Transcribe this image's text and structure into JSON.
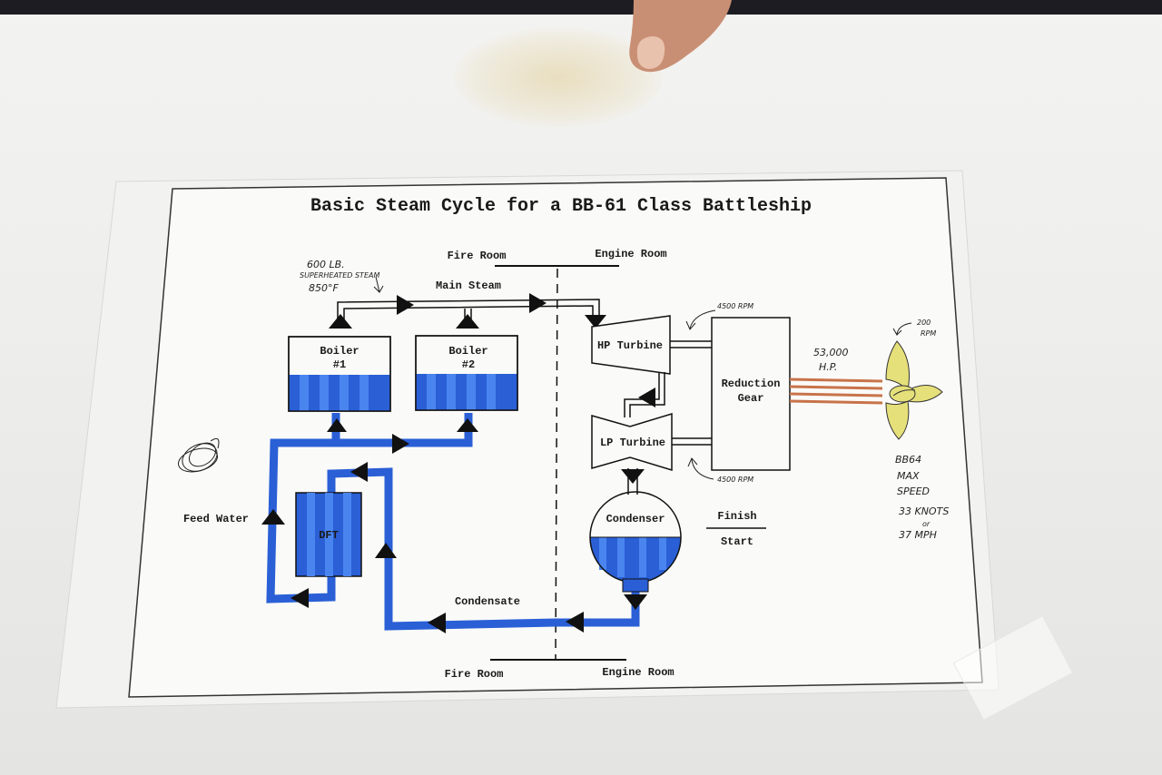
{
  "title": "Basic Steam Cycle for a BB-61 Class Battleship",
  "rooms": {
    "top_left": "Fire Room",
    "top_right": "Engine Room",
    "bottom_left": "Fire Room",
    "bottom_right": "Engine Room"
  },
  "lines": {
    "main_steam": "Main Steam",
    "condensate": "Condensate",
    "feed_water": "Feed Water"
  },
  "components": {
    "boiler1_line1": "Boiler",
    "boiler1_line2": "#1",
    "boiler2_line1": "Boiler",
    "boiler2_line2": "#2",
    "dft": "DFT",
    "hp_turbine": "HP Turbine",
    "lp_turbine": "LP Turbine",
    "reduction_gear_line1": "Reduction",
    "reduction_gear_line2": "Gear",
    "condenser": "Condenser"
  },
  "cycle": {
    "finish": "Finish",
    "start": "Start"
  },
  "handwritten": {
    "pressure": "600 LB.",
    "steam_type": "SUPERHEATED STEAM",
    "temperature": "850°F",
    "hp_rpm": "4500 RPM",
    "lp_rpm": "4500 RPM",
    "horsepower_line1": "53,000",
    "horsepower_line2": "H.P.",
    "prop_rpm_line1": "200",
    "prop_rpm_line2": "RPM",
    "ship": "BB64",
    "max": "MAX",
    "speed": "SPEED",
    "knots": "33 KNOTS",
    "or": "or",
    "mph": "37 MPH"
  },
  "colors": {
    "water_blue": "#2a5fd6",
    "water_dark": "#1c44b0",
    "shaft": "#c8734a",
    "propeller": "#e6e07a"
  }
}
